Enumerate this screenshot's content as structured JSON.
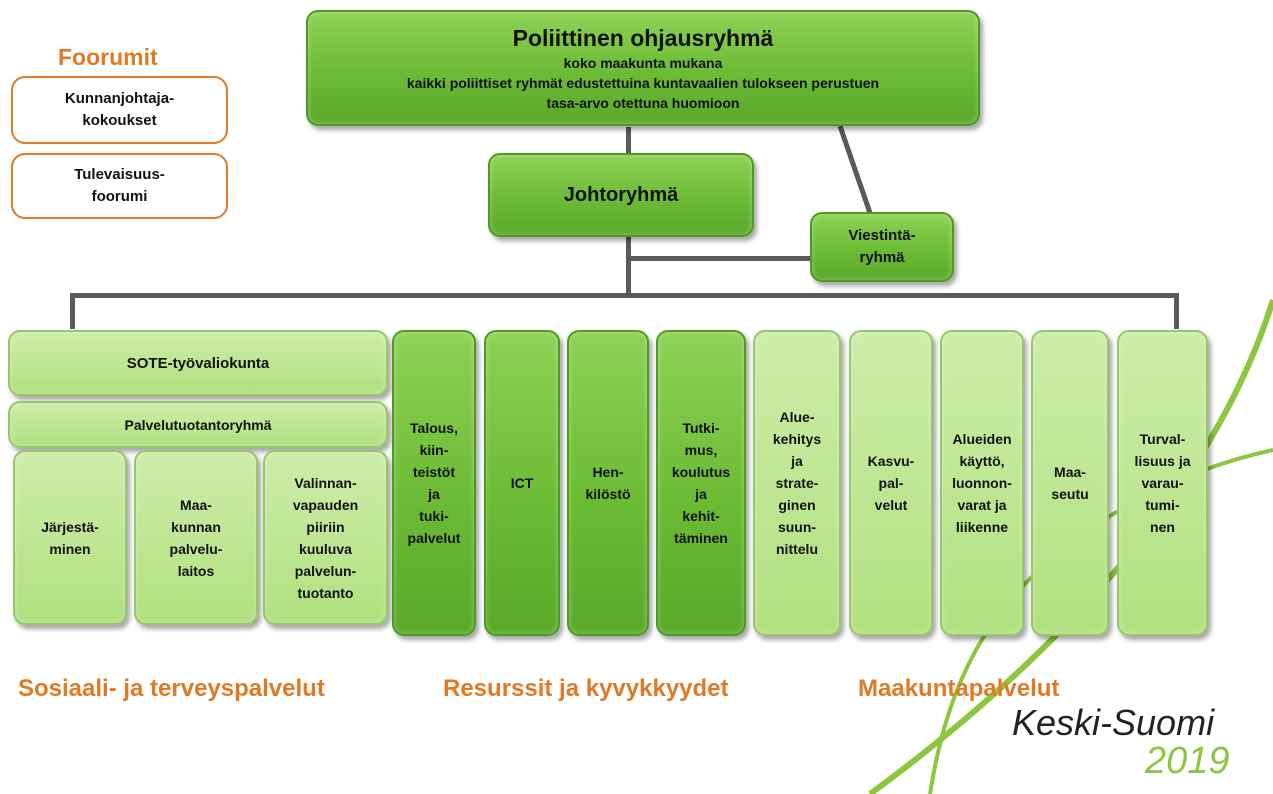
{
  "forums": {
    "title": "Foorumit",
    "items": [
      {
        "label": "Kunnanjohtaja-\nkokoukset"
      },
      {
        "label": "Tulevaisuus-\nfoorumi"
      }
    ]
  },
  "top": {
    "title": "Poliittinen ohjausryhmä",
    "line1": "koko maakunta mukana",
    "line2": "kaikki poliittiset ryhmät edustettuina kuntavaalien tulokseen perustuen",
    "line3": "tasa-arvo otettuna huomioon"
  },
  "management": {
    "label": "Johtoryhmä"
  },
  "communications": {
    "label": "Viestintä-\nryhmä"
  },
  "sote": {
    "committee": "SOTE-työvaliokunta",
    "production_group": "Palvelutuotantoryhmä",
    "units": [
      {
        "label": "Järjestä-\nminen"
      },
      {
        "label": "Maa-\nkunnan\npalvelu-\nlaitos"
      },
      {
        "label": "Valinnan-\nvapauden\npiiriin\nkuuluva\npalvelun-\ntuotanto"
      }
    ]
  },
  "resources": {
    "units": [
      {
        "label": "Talous,\nkiin-\nteistöt\nja\ntuki-\npalvelut"
      },
      {
        "label": "ICT"
      },
      {
        "label": "Hen-\nkilöstö"
      },
      {
        "label": "Tutki-\nmus,\nkoulutus\nja\nkehit-\ntäminen"
      }
    ]
  },
  "regional": {
    "units": [
      {
        "label": "Alue-\nkehitys\nja\nstrate-\nginen\nsuun-\nnittelu"
      },
      {
        "label": "Kasvu-\npal-\nvelut"
      },
      {
        "label": "Alueiden\nkäyttö,\nluonnon-\nvarat ja\nliikenne"
      },
      {
        "label": "Maa-\nseutu"
      },
      {
        "label": "Turval-\nlisuus ja\nvarau-\ntumi-\nnen"
      }
    ]
  },
  "group_labels": {
    "sote": "Sosiaali- ja terveyspalvelut",
    "resources": "Resurssit ja kyvykkyydet",
    "regional": "Maakuntapalvelut"
  },
  "brand": {
    "name": "Keski-Suomi",
    "year": "2019"
  },
  "colors": {
    "accent_orange": "#e07a25",
    "green_dark": "#6cbb35",
    "green_light": "#b1e07f",
    "brand_green": "#8dc63f"
  }
}
